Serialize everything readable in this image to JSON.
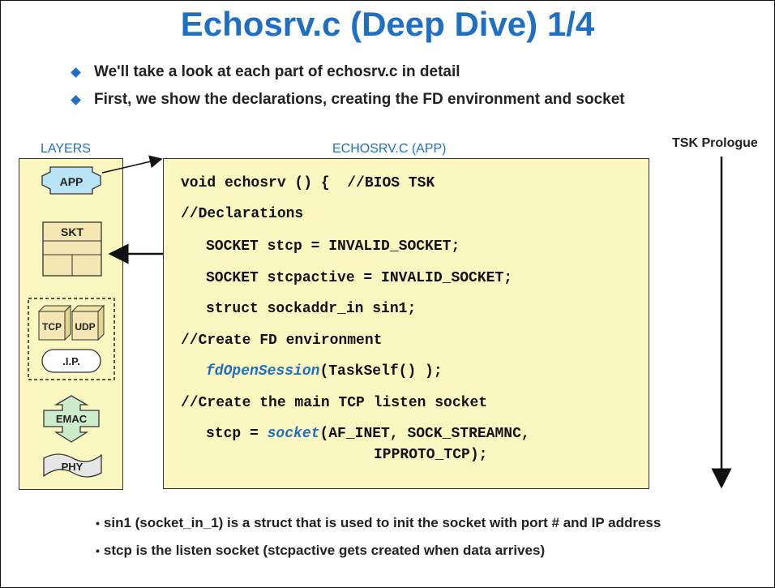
{
  "title": "Echosrv.c (Deep Dive) 1/4",
  "bullets": [
    "We'll take a look at each part of echosrv.c in detail",
    "First, we show the declarations, creating the FD environment and socket"
  ],
  "layers_label": "LAYERS",
  "app_label": "ECHOSRV.C (APP)",
  "tsk_label": "TSK Prologue",
  "layers": {
    "app": "APP",
    "skt": "SKT",
    "tcp": "TCP",
    "udp": "UDP",
    "ip": ".I.P.",
    "emac": "EMAC",
    "phy": "PHY"
  },
  "code": {
    "l1": "void echosrv () {  //BIOS TSK",
    "l2": "//Declarations",
    "l3": "SOCKET stcp = INVALID_SOCKET;",
    "l4": "SOCKET stcpactive = INVALID_SOCKET;",
    "l5": "struct sockaddr_in sin1;",
    "l6": "//Create FD environment",
    "l7_fn": "fdOpenSession",
    "l7_rest": "(TaskSelf() );",
    "l8": "//Create the main TCP listen socket",
    "l9_pre": "stcp = ",
    "l9_fn": "socket",
    "l9_rest": "(AF_INET, SOCK_STREAMNC,",
    "l10": "IPPROTO_TCP);"
  },
  "notes": [
    "sin1 (socket_in_1) is a struct that is used to init the socket with port # and IP address",
    "stcp is the listen socket (stcpactive gets created when data arrives)"
  ],
  "colors": {
    "accent": "#1f6fc5",
    "panel": "#fbf7c1",
    "shape": "#f5e7b3",
    "green": "#cdeccb"
  }
}
